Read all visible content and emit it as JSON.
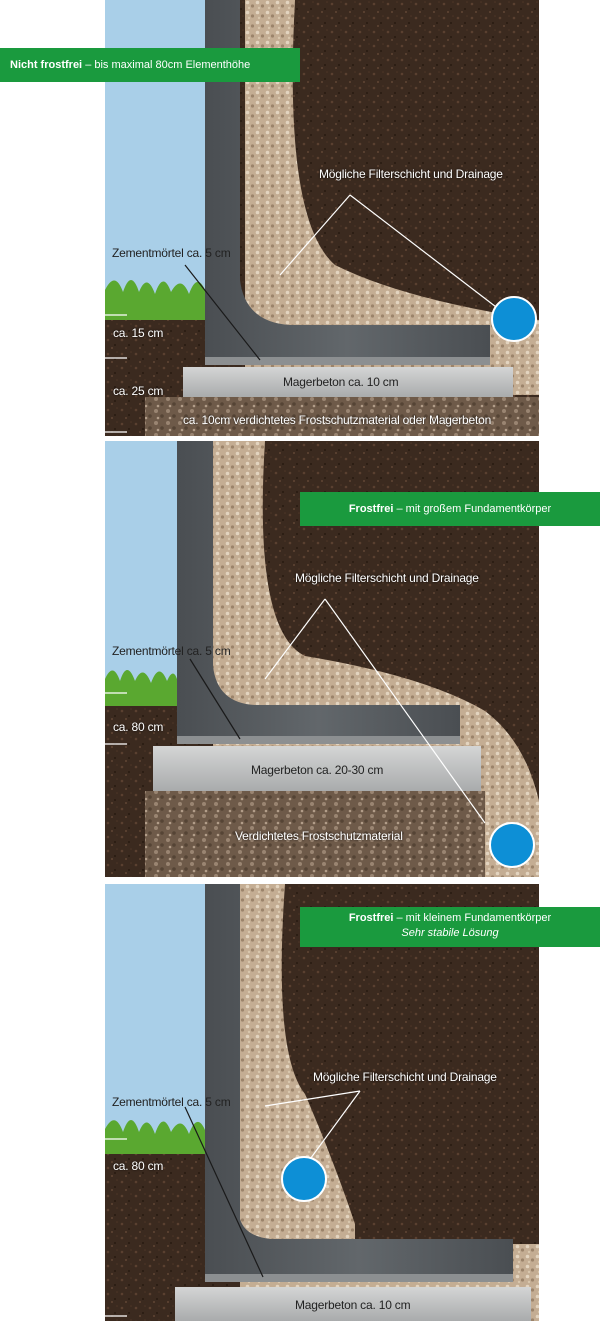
{
  "panels": [
    {
      "badge": {
        "bold": "Nicht frostfrei",
        "rest": "– bis maximal 80cm Elementhöhe"
      },
      "labels": {
        "filter": "Mögliche Filterschicht und Drainage",
        "mortar": "Zementmörtel ca. 5 cm",
        "depth1": "ca. 15 cm",
        "depth2": "ca. 25 cm",
        "lean": "Magerbeton ca. 10 cm",
        "base": "ca. 10cm verdichtetes Frostschutzmaterial oder Magerbeton"
      }
    },
    {
      "badge": {
        "bold": "Frostfrei",
        "rest": "– mit großem Fundamentkörper"
      },
      "labels": {
        "filter": "Mögliche Filterschicht und Drainage",
        "mortar": "Zementmörtel ca. 5 cm",
        "depth1": "ca. 80 cm",
        "lean": "Magerbeton ca. 20-30 cm",
        "base": "Verdichtetes Frostschutzmaterial"
      }
    },
    {
      "badge": {
        "bold": "Frostfrei",
        "rest": "– mit kleinem Fundamentkörper",
        "line2": "Sehr stabile Lösung"
      },
      "labels": {
        "filter": "Mögliche Filterschicht und Drainage",
        "mortar": "Zementmörtel ca. 5 cm",
        "depth1": "ca. 80 cm",
        "lean": "Magerbeton ca. 10 cm"
      }
    }
  ],
  "colors": {
    "badge": "#1a9a3e",
    "sky": "#a9cfe8",
    "soil": "#3b2a1f",
    "gravel": "#c9b49a",
    "wall": "#55595d",
    "lean_concrete": "#bfc0c0",
    "drain": "#0d8fd6",
    "grass": "#5aa830"
  }
}
